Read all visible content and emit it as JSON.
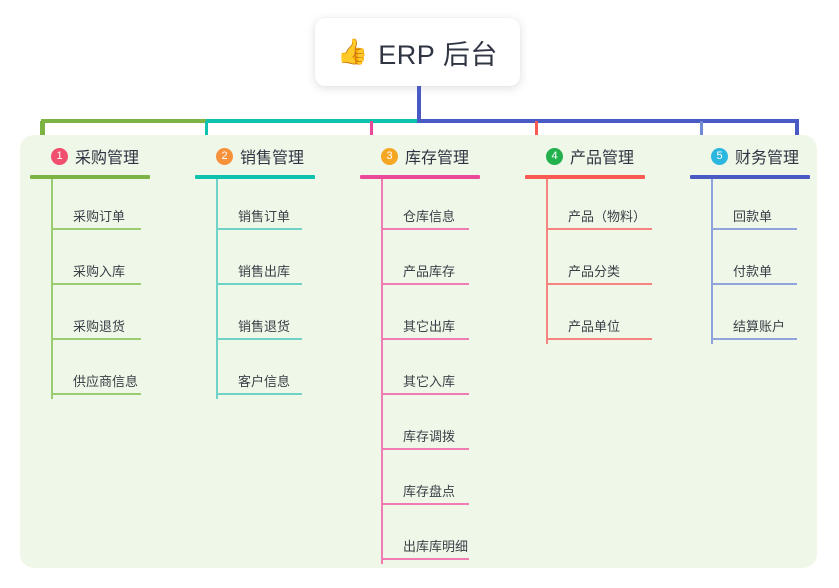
{
  "title": {
    "icon": "thumbs-up-icon",
    "icon_glyph": "👍",
    "text": "ERP 后台"
  },
  "colors": {
    "panel_background": "#eff7e8",
    "page_background": "#ffffff",
    "root_stem": "#4a5ac4",
    "text": "#2f3542"
  },
  "connectors": {
    "segments": [
      {
        "name": "segment-green",
        "color": "#7cb342"
      },
      {
        "name": "segment-teal",
        "color": "#0fc2b0"
      },
      {
        "name": "segment-blue",
        "color": "#4a5ac4"
      }
    ],
    "drops": [
      {
        "name": "drop-purchase",
        "color": "#7cb342"
      },
      {
        "name": "drop-sales",
        "color": "#0fc2b0"
      },
      {
        "name": "drop-inventory",
        "color": "#ec4899"
      },
      {
        "name": "drop-product",
        "color": "#fa5a52"
      },
      {
        "name": "drop-finance",
        "color": "#6e8ad4"
      }
    ]
  },
  "columns": [
    {
      "number": "1",
      "badge_color": "#f0506e",
      "line_color": "#7cb342",
      "rule_color": "#9ccc72",
      "title": "采购管理",
      "underline_width": 120,
      "rule_width": 88,
      "items": [
        {
          "label": "采购订单"
        },
        {
          "label": "采购入库"
        },
        {
          "label": "采购退货"
        },
        {
          "label": "供应商信息"
        }
      ]
    },
    {
      "number": "2",
      "badge_color": "#f7923b",
      "line_color": "#0fc2b0",
      "rule_color": "#6fd3c8",
      "title": "销售管理",
      "underline_width": 120,
      "rule_width": 84,
      "items": [
        {
          "label": "销售订单"
        },
        {
          "label": "销售出库"
        },
        {
          "label": "销售退货"
        },
        {
          "label": "客户信息"
        }
      ]
    },
    {
      "number": "3",
      "badge_color": "#f5a623",
      "line_color": "#ec4899",
      "rule_color": "#f07cb4",
      "title": "库存管理",
      "underline_width": 120,
      "rule_width": 86,
      "items": [
        {
          "label": "仓库信息"
        },
        {
          "label": "产品库存"
        },
        {
          "label": "其它出库"
        },
        {
          "label": "其它入库"
        },
        {
          "label": "库存调拨"
        },
        {
          "label": "库存盘点"
        },
        {
          "label": "出库库明细"
        }
      ]
    },
    {
      "number": "4",
      "badge_color": "#22b14c",
      "line_color": "#fa5a52",
      "rule_color": "#f5847e",
      "title": "产品管理",
      "underline_width": 120,
      "rule_width": 104,
      "items": [
        {
          "label": "产品（物料）"
        },
        {
          "label": "产品分类"
        },
        {
          "label": "产品单位"
        }
      ]
    },
    {
      "number": "5",
      "badge_color": "#2bb7e0",
      "line_color": "#4a5ac4",
      "rule_color": "#8fa4dd",
      "title": "财务管理",
      "underline_width": 120,
      "rule_width": 84,
      "items": [
        {
          "label": "回款单"
        },
        {
          "label": "付款单"
        },
        {
          "label": "结算账户"
        }
      ]
    }
  ]
}
